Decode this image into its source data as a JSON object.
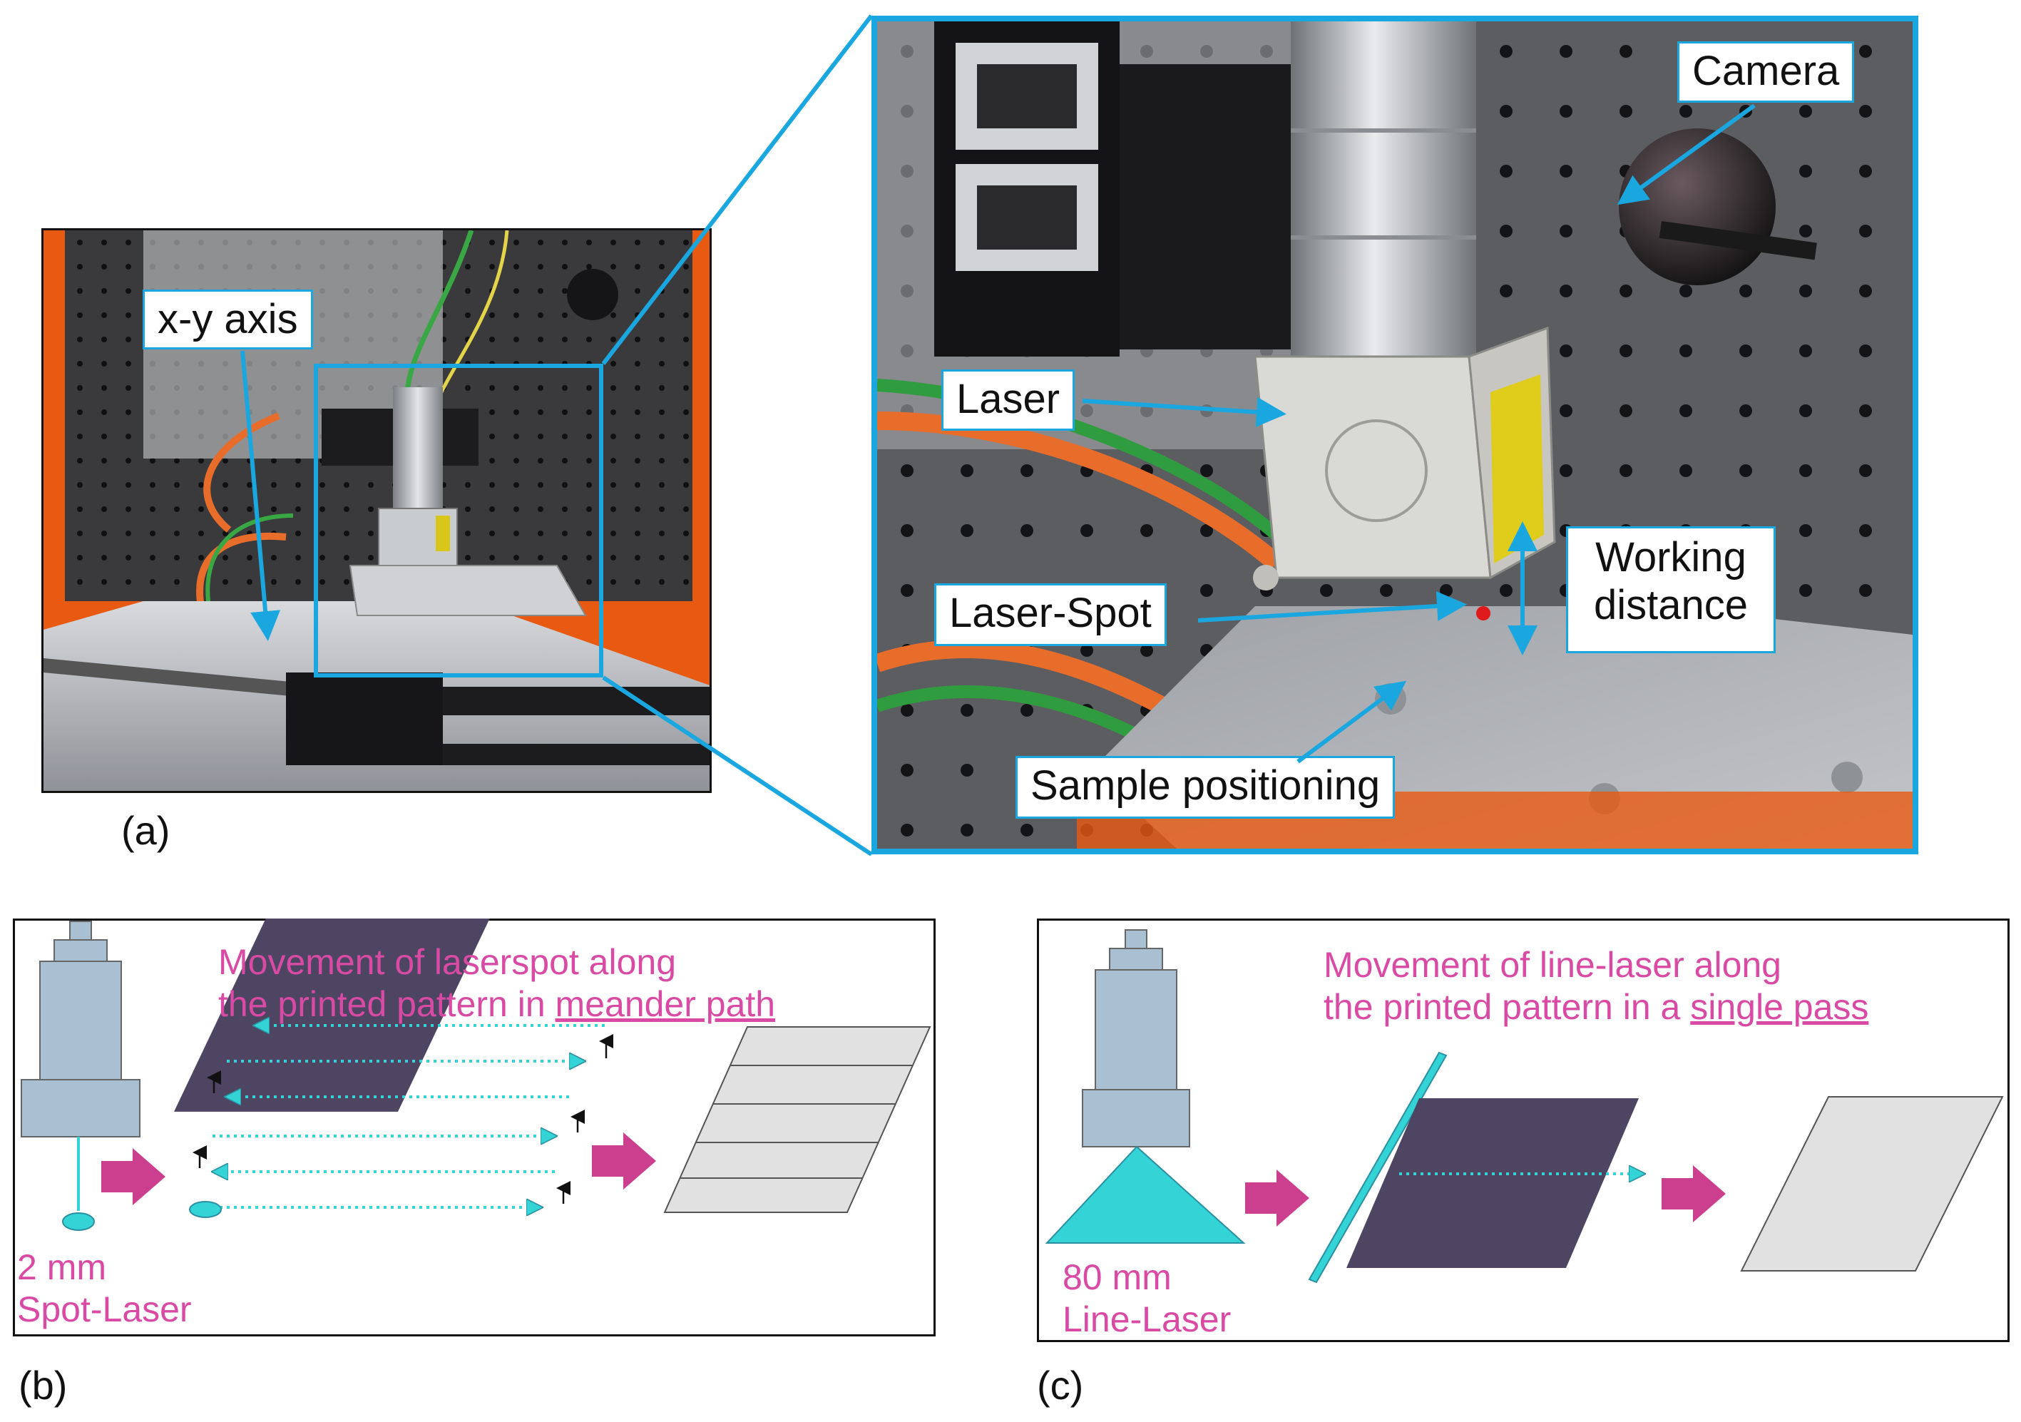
{
  "panel_a": {
    "label": "(a)",
    "callout_xy": "x-y axis"
  },
  "zoom": {
    "callouts": {
      "camera": "Camera",
      "laser": "Laser",
      "laser_spot": "Laser-Spot",
      "working_distance_line1": "Working",
      "working_distance_line2": "distance",
      "sample_positioning": "Sample positioning"
    }
  },
  "panel_b": {
    "label": "(b)",
    "caption_line1": "Movement of laserspot along",
    "caption_line2_prefix": "the printed pattern in ",
    "caption_line2_underlined": "meander path",
    "laser_line1": "2 mm",
    "laser_line2": "Spot-Laser"
  },
  "panel_c": {
    "label": "(c)",
    "caption_line1": "Movement of line-laser along",
    "caption_line2_prefix": "the printed pattern in a ",
    "caption_line2_underlined": "single pass",
    "laser_line1": "80 mm",
    "laser_line2": "Line-Laser"
  },
  "colors": {
    "callout_border": "#1aa7e0",
    "caption_pink": "#d94aa5",
    "arrow_magenta": "#cc3f8f",
    "laser_body": "#a9c0d2",
    "pattern_dark": "#4e4563",
    "pattern_light": "#e1e1e1",
    "beam_cyan": "#33d3d6"
  }
}
